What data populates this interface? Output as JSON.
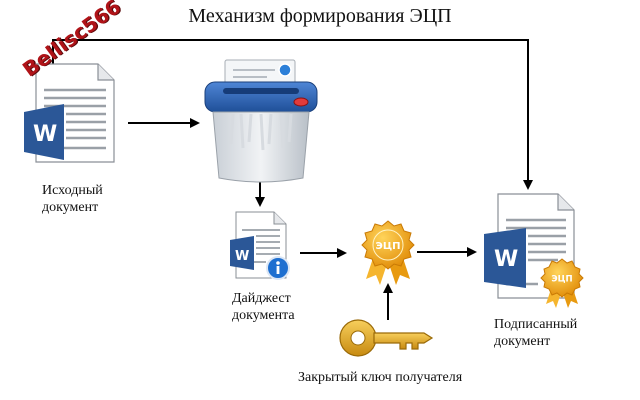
{
  "title": "Механизм формирования ЭЦП",
  "watermark": "Bellisc566",
  "nodes": {
    "source": {
      "label_line1": "Исходный",
      "label_line2": "документ"
    },
    "digest": {
      "label_line1": "Дайджест",
      "label_line2": "документа"
    },
    "private_key": {
      "label": "Закрытый ключ получателя"
    },
    "signed": {
      "label_line1": "Подписанный",
      "label_line2": "документ"
    }
  },
  "seal_text": "ЭЦП",
  "word_icon_letter": "W",
  "colors": {
    "word_blue": "#2b5797",
    "seal_gold": "#f2a51a",
    "shredder_blue": "#2f64b0",
    "key_gold": "#e0a220",
    "watermark_red": "#b01318"
  }
}
